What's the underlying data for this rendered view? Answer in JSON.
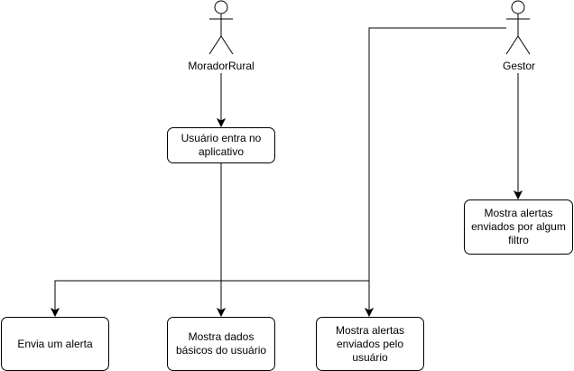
{
  "actors": {
    "morador": "MoradorRural",
    "gestor": "Gestor"
  },
  "boxes": {
    "usuario_entra": "Usuário entra no aplicativo",
    "alertas_filtro": "Mostra alertas enviados por algum filtro",
    "envia_alerta": "Envia um alerta",
    "dados_basicos": "Mostra dados básicos do usuário",
    "alertas_usuario": "Mostra alertas enviados pelo usuário"
  },
  "colors": {
    "stroke": "#000000",
    "background": "#ffffff"
  }
}
